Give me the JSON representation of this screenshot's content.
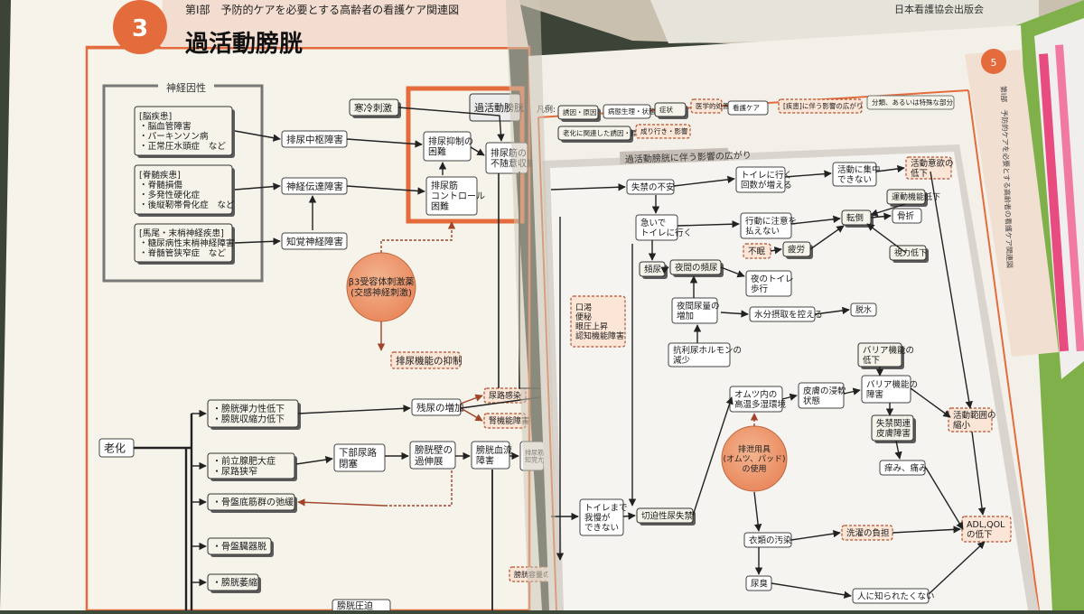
{
  "left_page": {
    "header_label": "第Ⅰ部　予防的ケアを必要とする高齢者の看護ケア関連図",
    "chapter_number": "3",
    "title": "過活動膀胱",
    "group_label": "神経因性",
    "cause_boxes": [
      {
        "lines": [
          "[脳疾患]",
          "・脳血管障害",
          "・パーキンソン病",
          "・正常圧水頭症　など"
        ]
      },
      {
        "lines": [
          "[脊髄疾患]",
          "・脊髄損傷",
          "・多発性硬化症",
          "・後縦靭帯骨化症　など"
        ]
      },
      {
        "lines": [
          "[馬尾・末梢神経疾患]",
          "・糖尿病性末梢神経障害",
          "・脊髄管狭窄症　など"
        ]
      }
    ],
    "mechanism_boxes": [
      "排尿中枢障害",
      "神経伝達障害",
      "知覚神経障害"
    ],
    "trigger": "寒冷刺激",
    "core_label": "過活動膀胱",
    "core_boxes": [
      {
        "lines": [
          "排尿抑制の",
          "困難"
        ]
      },
      {
        "lines": [
          "排尿筋",
          "コントロール",
          "困難"
        ]
      },
      {
        "lines": [
          "排尿筋の",
          "不随意収縮"
        ]
      }
    ],
    "drug": {
      "lines": [
        "β3受容体刺激薬",
        "(交感神経刺激)"
      ]
    },
    "drug_effect": "排尿機能の抑制",
    "aging": "老化",
    "aging_factors": [
      {
        "lines": [
          "膀胱弾力性低下",
          "膀胱収縮力低下"
        ]
      },
      {
        "lines": [
          "前立腺肥大症",
          "尿路狭窄"
        ]
      },
      {
        "lines": [
          "骨盤底筋群の弛緩"
        ]
      },
      {
        "lines": [
          "骨盤臓器脱"
        ]
      },
      {
        "lines": [
          "膀胱萎縮"
        ]
      }
    ],
    "residual": "残尿の増加",
    "side_effects": [
      "尿路感染",
      "腎機能障害"
    ],
    "obstruction": {
      "lines": [
        "下部尿路",
        "閉塞"
      ]
    },
    "wall": {
      "lines": [
        "膀胱壁の",
        "過伸展"
      ]
    },
    "blood_flow": {
      "lines": [
        "膀胱血流",
        "障害"
      ]
    },
    "perception": {
      "lines": [
        "排尿筋の",
        "知覚亢進"
      ]
    },
    "capacity": "膀胱容量の低下",
    "compression": "膀胱圧迫"
  },
  "right_page": {
    "page_number": "5",
    "spine_text": "第Ⅰ部　予防的ケアを必要とする高齢者の看護ケア関連図",
    "legend_label": "凡例:",
    "legend_items": [
      "誘因・原因",
      "病態生理・状態",
      "症状",
      "医学的処置",
      "看護ケア",
      "[疾患]に伴う影響の広がり",
      "分類、あるいは特殊な部分",
      "老化に関連した誘因・原因",
      "成り行き・影響"
    ],
    "section_label": "過活動膀胱に伴う影響の広がり",
    "side_effects_box": [
      "口渇",
      "便秘",
      "眼圧上昇",
      "認知機能障害"
    ],
    "nodes": {
      "incontinence_anxiety": "失禁の不安",
      "toilet_frequency": [
        "トイレに行く",
        "回数が増える"
      ],
      "cannot_focus": [
        "活動に集中",
        "できない"
      ],
      "activity_decline": [
        "活動意欲の",
        "低下"
      ],
      "rush_toilet": [
        "急いで",
        "トイレに行く"
      ],
      "attention": [
        "行動に注意を",
        "払えない"
      ],
      "fall": "転倒",
      "fracture": "骨折",
      "motor_decline": "運動機能低下",
      "insomnia": "不眠",
      "fatigue": "疲労",
      "vision_decline": "視力低下",
      "frequency": "頻尿",
      "nocturia": "夜間の頻尿",
      "night_toilet": [
        "夜のトイレ",
        "歩行"
      ],
      "night_urine": [
        "夜間尿量の",
        "増加"
      ],
      "water_restrict": "水分摂取を控える",
      "dehydration": "脱水",
      "adh": [
        "抗利尿ホルモンの",
        "減少"
      ],
      "barrier_decline": [
        "バリア機能の",
        "低下"
      ],
      "diaper_env": [
        "オムツ内の",
        "高温多湿環境"
      ],
      "skin_wet": [
        "皮膚の浸軟",
        "状態"
      ],
      "barrier_disorder": [
        "バリア機能の",
        "障害"
      ],
      "dermatitis": [
        "失禁関連",
        "皮膚障害"
      ],
      "itch": "痒み、痛み",
      "range_shrink": [
        "活動範囲の",
        "縮小"
      ],
      "products": [
        "排泄用具",
        "(オムツ、パッド)",
        "の使用"
      ],
      "cant_hold": [
        "トイレまで",
        "我慢が",
        "できない"
      ],
      "urge_incontinence": "切迫性尿失禁",
      "clothes_soil": "衣類の汚染",
      "laundry": "洗濯の負担",
      "adl_qol": [
        "ADL,QOL",
        "の低下"
      ],
      "odor": "尿臭",
      "not_known": "人に知られたくない"
    }
  },
  "background_book_text": "日本看護協会出版会"
}
